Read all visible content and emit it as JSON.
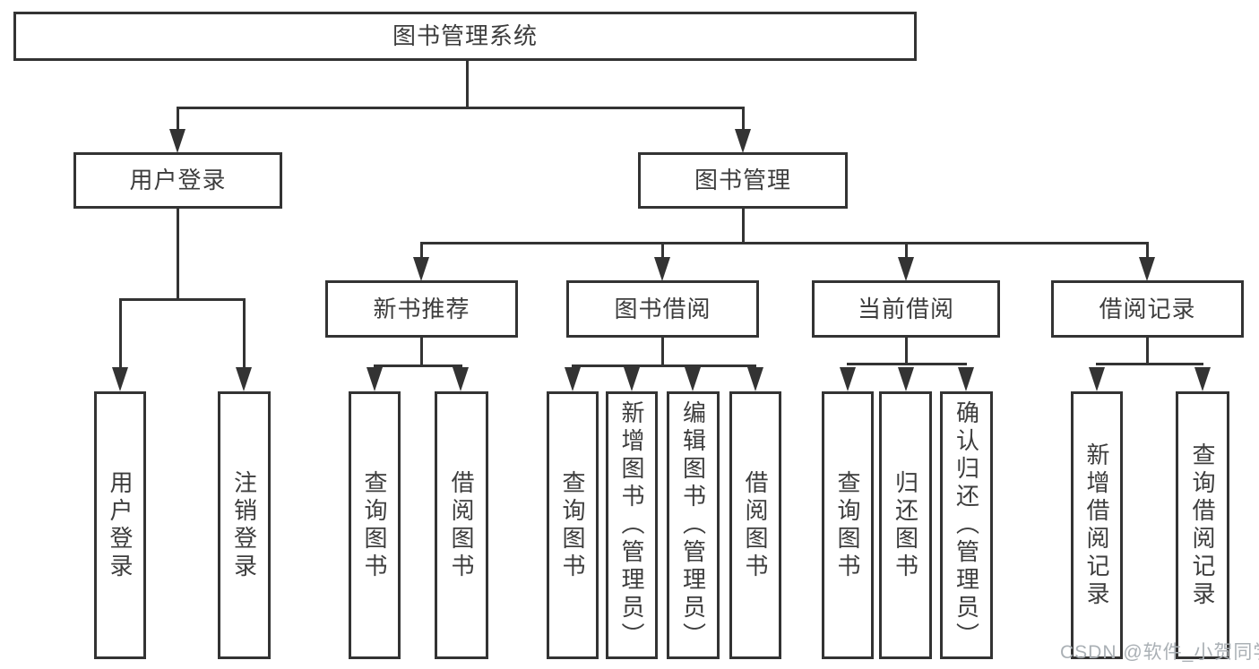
{
  "colors": {
    "line": "#333333",
    "text": "#3d3d3d",
    "background": "#ffffff",
    "watermark": "#aab0b5"
  },
  "watermark": {
    "text": "CSDN @软件_小贺同学"
  },
  "nodes": {
    "root": {
      "label": "图书管理系统"
    },
    "user_login": {
      "label": "用户登录"
    },
    "book_mgmt": {
      "label": "图书管理"
    },
    "new_book_rec": {
      "label": "新书推荐"
    },
    "book_borrow": {
      "label": "图书借阅"
    },
    "current_borrow": {
      "label": "当前借阅"
    },
    "borrow_records": {
      "label": "借阅记录"
    },
    "leaf_user_login": {
      "label": "用户登录"
    },
    "leaf_logout": {
      "label": "注销登录"
    },
    "leaf_query_book_1": {
      "label": "查询图书"
    },
    "leaf_borrow_book_1": {
      "label": "借阅图书"
    },
    "leaf_query_book_2": {
      "label": "查询图书"
    },
    "leaf_add_book": {
      "label": "新增图书（管理员）"
    },
    "leaf_edit_book": {
      "label": "编辑图书（管理员）"
    },
    "leaf_borrow_book_2": {
      "label": "借阅图书"
    },
    "leaf_query_book_3": {
      "label": "查询图书"
    },
    "leaf_return_book": {
      "label": "归还图书"
    },
    "leaf_confirm_return": {
      "label": "确认归还（管理员）"
    },
    "leaf_add_borrow_record": {
      "label": "新增借阅记录"
    },
    "leaf_query_borrow_record": {
      "label": "查询借阅记录"
    }
  }
}
